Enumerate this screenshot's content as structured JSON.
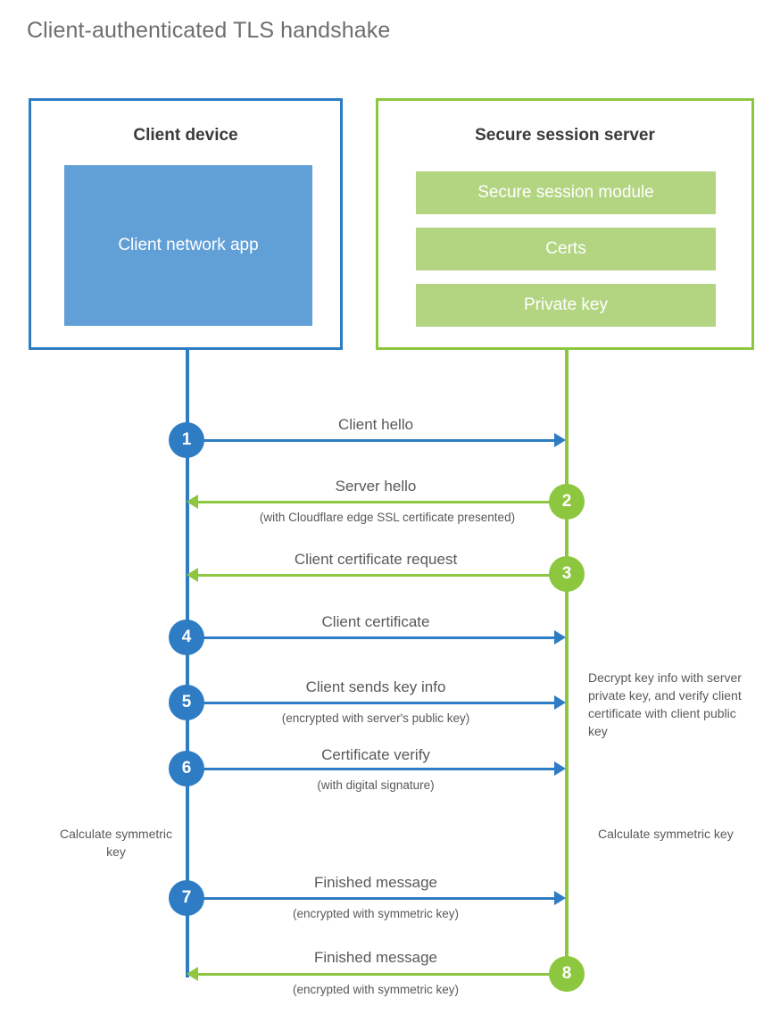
{
  "title": "Client-authenticated TLS handshake",
  "colors": {
    "client_accent": "#2e7cc4",
    "client_fill": "#619fd7",
    "server_accent": "#8dc63f",
    "server_fill": "#b3d582",
    "text": "#58595b",
    "title_text": "#6d6e71",
    "background": "#ffffff"
  },
  "actors": {
    "client": {
      "title": "Client device",
      "blocks": [
        {
          "label": "Client network app"
        }
      ]
    },
    "server": {
      "title": "Secure session server",
      "blocks": [
        {
          "label": "Secure session module"
        },
        {
          "label": "Certs"
        },
        {
          "label": "Private key"
        }
      ]
    }
  },
  "steps": [
    {
      "number": "1",
      "label": "Client hello",
      "sublabel": "",
      "direction": "client-to-server",
      "color": "blue"
    },
    {
      "number": "2",
      "label": "Server hello",
      "sublabel": "(with Cloudflare edge SSL certificate presented)",
      "direction": "server-to-client",
      "color": "green"
    },
    {
      "number": "3",
      "label": "Client certificate request",
      "sublabel": "",
      "direction": "server-to-client",
      "color": "green"
    },
    {
      "number": "4",
      "label": "Client certificate",
      "sublabel": "",
      "direction": "client-to-server",
      "color": "blue"
    },
    {
      "number": "5",
      "label": "Client sends key info",
      "sublabel": "(encrypted with server's public key)",
      "direction": "client-to-server",
      "color": "blue"
    },
    {
      "number": "6",
      "label": "Certificate verify",
      "sublabel": "(with digital signature)",
      "direction": "client-to-server",
      "color": "blue"
    },
    {
      "number": "7",
      "label": "Finished message",
      "sublabel": "(encrypted with symmetric key)",
      "direction": "client-to-server",
      "color": "blue"
    },
    {
      "number": "8",
      "label": "Finished message",
      "sublabel": "(encrypted with symmetric key)",
      "direction": "server-to-client",
      "color": "green"
    }
  ],
  "notes": {
    "decrypt": "Decrypt key info with server private key, and verify client certificate with client public key",
    "calculate_client": "Calculate symmetric key",
    "calculate_server": "Calculate symmetric key"
  }
}
